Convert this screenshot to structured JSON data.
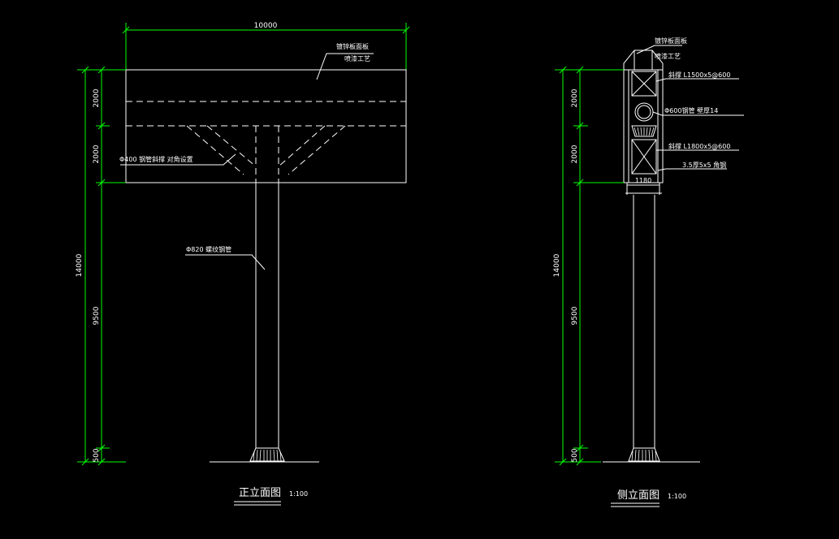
{
  "front": {
    "width_dim": "10000",
    "dims": [
      "2000",
      "2000",
      "14000",
      "9500",
      "500"
    ],
    "label_panel": [
      "镀锌板面板",
      "喷漆工艺"
    ],
    "label_brace": "Φ400  钢管斜撑 对角设置",
    "label_column": "Φ820  螺纹钢管",
    "title": "正立面图",
    "scale": "1:100"
  },
  "side": {
    "dims": [
      "2000",
      "2000",
      "14000",
      "9500",
      "500"
    ],
    "label_panel": [
      "镀锌板面板",
      "喷漆工艺"
    ],
    "label_1": "斜撑 L1500x5@600",
    "label_2": "Φ600钢管 壁厚14",
    "label_3": "斜撑 L1800x5@600",
    "label_4": "3.5厚5x5 角钢",
    "depth_dim": "1180",
    "title": "侧立面图",
    "scale": "1:100"
  },
  "colors": {
    "background": "#000000",
    "line": "#ffffff",
    "dimension": "#00ff00"
  }
}
